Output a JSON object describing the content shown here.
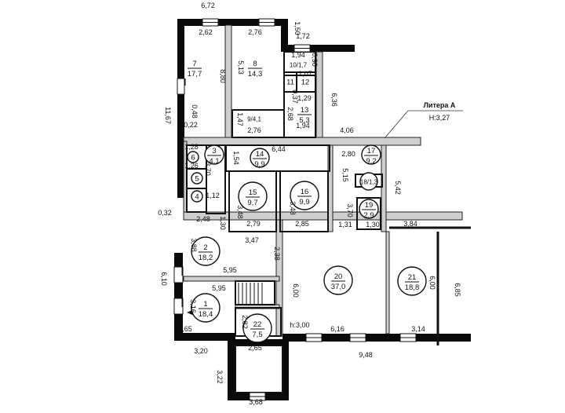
{
  "legend": {
    "letter": "Литера А",
    "height": "H:3,27"
  },
  "rooms": [
    {
      "no": "1",
      "area": "18,4",
      "circle": true
    },
    {
      "no": "2",
      "area": "18,2",
      "circle": true
    },
    {
      "no": "3",
      "area": "4,1",
      "circle": true
    },
    {
      "no": "4",
      "area": "",
      "circle": true
    },
    {
      "no": "5",
      "area": "",
      "circle": true
    },
    {
      "no": "6",
      "area": "",
      "circle": true
    },
    {
      "no": "7",
      "area": "17,7",
      "circle": false
    },
    {
      "no": "8",
      "area": "14,3",
      "circle": false
    },
    {
      "no": "9/4,1",
      "area": "",
      "circle": false
    },
    {
      "no": "10/1,7",
      "area": "",
      "circle": false
    },
    {
      "no": "11",
      "area": "",
      "circle": false
    },
    {
      "no": "12",
      "area": "",
      "circle": false
    },
    {
      "no": "13",
      "area": "5,3",
      "circle": false
    },
    {
      "no": "14",
      "area": "9,9",
      "circle": true
    },
    {
      "no": "15",
      "area": "9,7",
      "circle": true
    },
    {
      "no": "16",
      "area": "9,9",
      "circle": true
    },
    {
      "no": "17",
      "area": "9,2",
      "circle": true
    },
    {
      "no": "18/1,3",
      "area": "",
      "circle": true
    },
    {
      "no": "19",
      "area": "2,9",
      "circle": true
    },
    {
      "no": "20",
      "area": "37,0",
      "circle": true
    },
    {
      "no": "21",
      "area": "18,8",
      "circle": true
    },
    {
      "no": "22",
      "area": "7,5",
      "circle": true
    }
  ],
  "dimensions": [
    "6,72",
    "2,62",
    "2,76",
    "1,50",
    "1,72",
    "1,94",
    "0,90",
    "1,07",
    "0,37",
    "1,29",
    "2,68",
    "1,94",
    "6,36",
    "5,13",
    "8,80",
    "0,48",
    "0,22",
    "11,67",
    "1,47",
    "2,76",
    "4,06",
    "6,44",
    "1,54",
    "2,80",
    "5,15",
    "5,42",
    "3,70",
    "1,28",
    "1,26",
    "1,12",
    "3,48",
    "3,48",
    "3,70",
    "0,32",
    "2,48",
    "1,30",
    "2,79",
    "2,85",
    "1,31",
    "1,30",
    "3,84",
    "3,47",
    "3,88",
    "2,38",
    "5,95",
    "6,10",
    "6,00",
    "5,95",
    "6,00",
    "6,85",
    "3,16",
    "1,65",
    "2,82",
    "h:3,00",
    "6,16",
    "3,14",
    "2,65",
    "3,20",
    "9,48",
    "3,22",
    "3,68"
  ]
}
